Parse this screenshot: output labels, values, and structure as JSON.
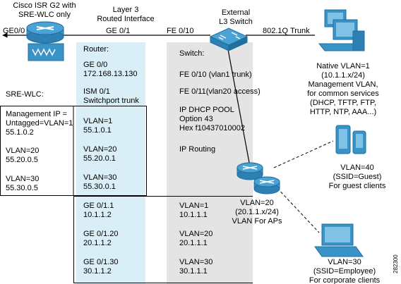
{
  "colors": {
    "router_band": "#d9eef7",
    "switch_band": "#e4e4e4",
    "device_blue": "#3a93c6",
    "device_dark": "#1f6f9f",
    "line": "#000000"
  },
  "top": {
    "isr_title": [
      "Cisco ISR G2 with",
      "SRE-WLC only"
    ],
    "routed_if": [
      "Layer 3",
      "Routed Interface"
    ],
    "ext_switch": [
      "External",
      "L3 Switch"
    ],
    "ge00": "GE0/0",
    "ge01": "GE 0/1",
    "fe010": "FE 0/10",
    "trunk": "802.1Q Trunk"
  },
  "router": {
    "heading": "Router:",
    "ge00_label": "GE 0/0",
    "ge00_ip": "172.168.13.130",
    "ism": [
      "ISM 0/1",
      "Switchport trunk"
    ],
    "vlans": [
      [
        "VLAN=1",
        "55.1.0.1"
      ],
      [
        "VLAN=20",
        "55.20.0.1"
      ],
      [
        "VLAN=30",
        "55.30.0.1"
      ]
    ],
    "subifs": [
      [
        "GE 0/1.1",
        "10.1.1.2"
      ],
      [
        "GE 0/1.20",
        "20.1.1.2"
      ],
      [
        "GE 0/1.30",
        "30.1.1.2"
      ]
    ]
  },
  "switch": {
    "heading": "Switch:",
    "fe010": "FE 0/10 (vlan1 trunk)",
    "fe011": "FE 0/11(vlan20 access)",
    "dhcp": [
      "IP DHCP POOL",
      "Option 43",
      "Hex f10437010002"
    ],
    "routing": "IP Routing",
    "vlans": [
      [
        "VLAN=1",
        "10.1.1.1"
      ],
      [
        "VLAN=20",
        "20.1.1.1"
      ],
      [
        "VLAN=30",
        "30.1.1.1"
      ]
    ]
  },
  "sre": {
    "heading": "SRE-WLC:",
    "mgmt": [
      "Management IP =",
      "Untagged=VLAN=1",
      "55.1.0.2"
    ],
    "vlan20": [
      "VLAN=20",
      "55.20.0.5"
    ],
    "vlan30": [
      "VLAN=30",
      "55.30.0.5"
    ]
  },
  "native": [
    "Native VLAN=1",
    "(10.1.1.x/24)",
    "Management VLAN,",
    "for common services",
    "(DHCP, TFTP, FTP,",
    "HTTP, NTP, AAA...)"
  ],
  "guest": [
    "VLAN=40",
    "(SSID=Guest)",
    "For guest clients"
  ],
  "aps": [
    "VLAN=20",
    "(20.1.1.x/24)",
    "VLAN For APs"
  ],
  "corp": [
    "VLAN=30",
    "(SSID=Employee)",
    "For corporate clients"
  ],
  "figure_id": "282300"
}
